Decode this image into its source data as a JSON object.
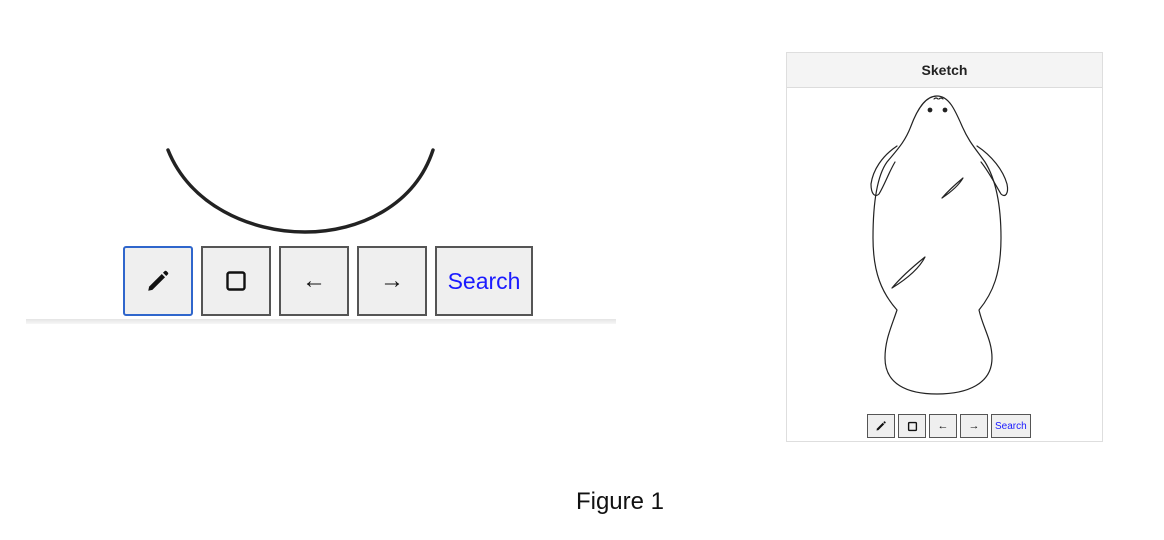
{
  "zoom": {
    "buttons": [
      {
        "icon": "pencil-icon",
        "state": "active"
      },
      {
        "icon": "square-icon"
      },
      {
        "icon": "arrow-left-icon",
        "glyph": "←"
      },
      {
        "icon": "arrow-right-icon",
        "glyph": "→"
      },
      {
        "label": "Search"
      }
    ]
  },
  "sketch": {
    "title": "Sketch",
    "toolbar": {
      "undo_glyph": "←",
      "redo_glyph": "→",
      "search_label": "Search"
    }
  },
  "caption": "Figure 1",
  "colors": {
    "active_border": "#2f66cc",
    "search_text": "#1a1aff",
    "button_bg": "#efefef"
  }
}
